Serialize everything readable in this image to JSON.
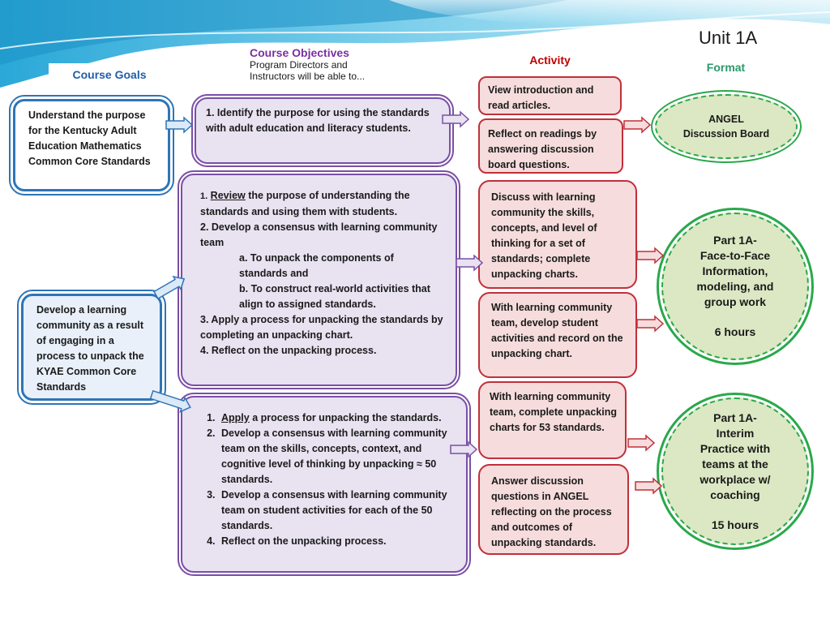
{
  "colors": {
    "goal_border": "#2e75b6",
    "objective_border": "#7a4fa6",
    "activity_border": "#c0303a",
    "format_border": "#2aa84a",
    "header_blue": "#1f5fa8",
    "header_red": "#c00000",
    "format_header": "#2a9a6a"
  },
  "title": "Unit 1A",
  "headers": {
    "goals": "Course Goals",
    "objectives_title": "Course Objectives",
    "objectives_sub1": "Program Directors and",
    "objectives_sub2": "Instructors will be able to...",
    "activity": "Activity",
    "format": "Format"
  },
  "goals": [
    "Understand the purpose for the Kentucky Adult Education Mathematics Common Core Standards",
    "Develop a learning community as a result of engaging in a process to unpack the KYAE Common Core Standards"
  ],
  "objectives": {
    "box1": "1. Identify the purpose for using the standards with adult education and literacy students.",
    "box2": {
      "l1_num": "1.",
      "l1_u": "Review",
      "l1_rest": " the purpose of understanding the standards and using them with students.",
      "l2": "2. Develop a consensus with learning community team",
      "l2a": "a. To unpack the components of standards and",
      "l2b": "b. To construct real-world activities that align to assigned standards.",
      "l3": "3. Apply a process for unpacking the standards by completing an unpacking chart.",
      "l4": "4. Reflect on the unpacking process."
    },
    "box3": {
      "i1_u": "Apply",
      "i1_rest": " a process for unpacking the standards.",
      "i2": "Develop a consensus with learning community team on the skills, concepts, context, and cognitive level of thinking by unpacking ≈ 50 standards.",
      "i3": "Develop a consensus with learning community team on student activities for each of the 50 standards.",
      "i4": "Reflect on the unpacking process."
    }
  },
  "activities": [
    "View introduction and read articles.",
    "Reflect on readings by answering discussion board questions.",
    "Discuss with learning community the skills, concepts, and level of thinking for a set of standards; complete unpacking charts.",
    "With learning community team, develop student activities and record on the unpacking chart.",
    "With learning community team, complete unpacking charts for 53 standards.",
    "Answer discussion questions in ANGEL reflecting on the process and outcomes of unpacking standards."
  ],
  "formats": {
    "f1_l1": "ANGEL",
    "f1_l2": "Discussion Board",
    "f2_l1": "Part 1A-",
    "f2_l2": "Face-to-Face",
    "f2_l3": "Information,",
    "f2_l4": "modeling, and",
    "f2_l5": "group work",
    "f2_hours": "6 hours",
    "f3_l1": "Part 1A-",
    "f3_l2": "Interim",
    "f3_l3": "Practice with",
    "f3_l4": "teams at the",
    "f3_l5": "workplace w/",
    "f3_l6": "coaching",
    "f3_hours": "15 hours"
  }
}
